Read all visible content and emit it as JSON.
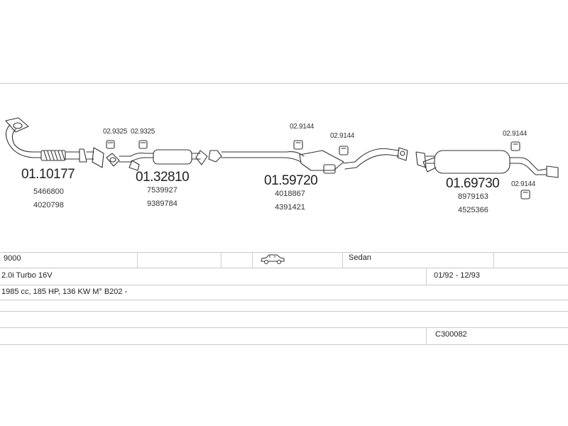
{
  "parts": [
    {
      "number": "01.10177",
      "oem": [
        "5466800",
        "4020798"
      ]
    },
    {
      "number": "01.32810",
      "oem": [
        "7539927",
        "9389784"
      ]
    },
    {
      "number": "01.59720",
      "oem": [
        "4018867",
        "4391421"
      ]
    },
    {
      "number": "01.69730",
      "oem": [
        "8979163",
        "4525366"
      ]
    }
  ],
  "clamps": [
    "02.9325",
    "02.9325",
    "02.9144",
    "02.9144",
    "02.9144",
    "02.9144"
  ],
  "vehicle": {
    "model": "9000",
    "body_type": "Sedan",
    "engine": "2.0i Turbo 16V",
    "production": "01/92 - 12/93",
    "specs": "1985 cc, 185 HP, 136 KW M° B202 -",
    "code": "C300082",
    "body_icon": "sedan-car-icon"
  }
}
